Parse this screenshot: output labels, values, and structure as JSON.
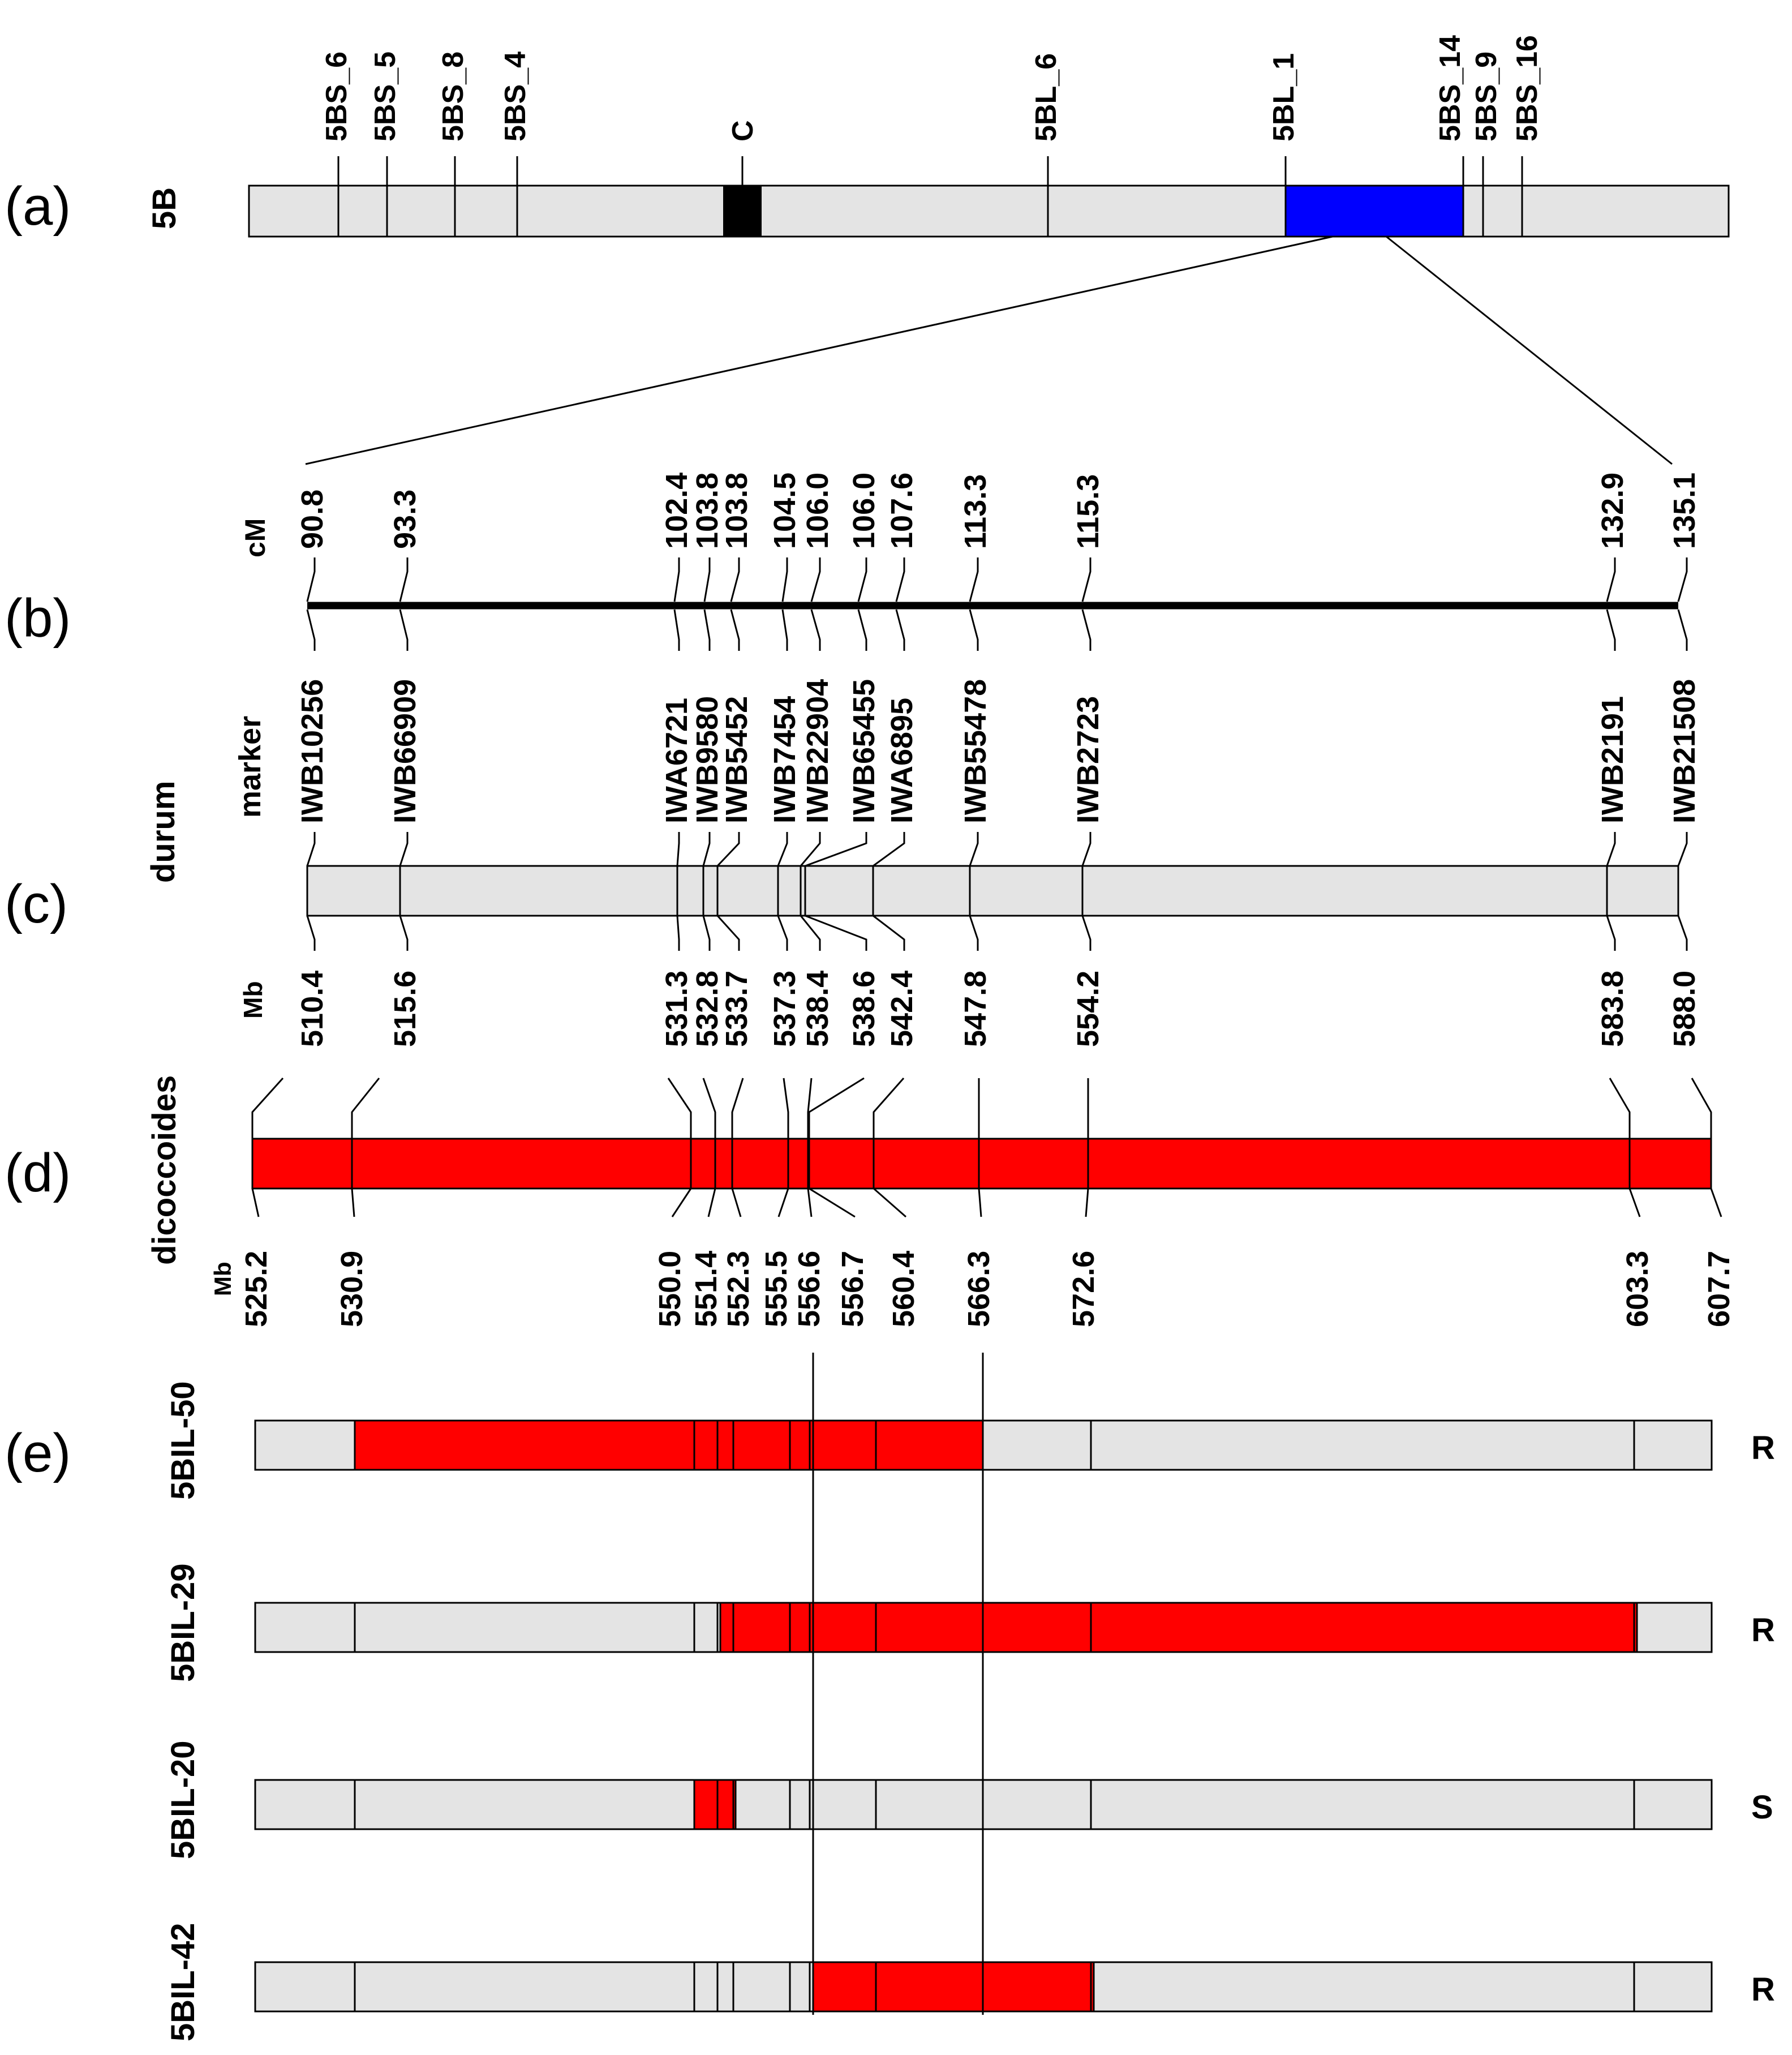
{
  "colors": {
    "chromosome_fill": "#e4e4e4",
    "centromere": "#000000",
    "qtl_region": "#0000ff",
    "introgression": "#ff0000",
    "line": "#000000"
  },
  "panel_a": {
    "label": "(a)",
    "chromosome": "5B",
    "markers": [
      "5BS_6",
      "5BS_5",
      "5BS_8",
      "5BS_4",
      "C",
      "5BL_6",
      "5BL_1",
      "5BS_14",
      "5BS_9",
      "5BS_16"
    ]
  },
  "panel_b": {
    "label": "(b)",
    "unit": "cM",
    "values": [
      "90.8",
      "93.3",
      "102.4",
      "103.8",
      "103.8",
      "104.5",
      "106.0",
      "106.0",
      "107.6",
      "113.3",
      "115.3",
      "132.9",
      "135.1"
    ],
    "marker_title": "marker",
    "markers": [
      "IWB10256",
      "IWB66909",
      "IWA6721",
      "IWB9580",
      "IWB5452",
      "IWB7454",
      "IWB22904",
      "IWB65455",
      "IWA6895",
      "IWB55478",
      "IWB2723",
      "IWB2191",
      "IWB21508"
    ]
  },
  "panel_c": {
    "label": "(c)",
    "genome": "durum",
    "unit": "Mb",
    "positions": [
      "510.4",
      "515.6",
      "531.3",
      "532.8",
      "533.7",
      "537.3",
      "538.4",
      "538.6",
      "542.4",
      "547.8",
      "554.2",
      "583.8",
      "588.0"
    ]
  },
  "panel_d": {
    "label": "(d)",
    "genome": "dicoccoides",
    "unit": "Mb",
    "positions": [
      "525.2",
      "530.9",
      "550.0",
      "551.4",
      "552.3",
      "555.5",
      "556.6",
      "556.7",
      "560.4",
      "566.3",
      "572.6",
      "603.3",
      "607.7"
    ]
  },
  "panel_e": {
    "label": "(e)",
    "lines": [
      {
        "name": "5BIL-50",
        "phenotype": "R"
      },
      {
        "name": "5BIL-29",
        "phenotype": "R"
      },
      {
        "name": "5BIL-20",
        "phenotype": "S"
      },
      {
        "name": "5BIL-42",
        "phenotype": "R"
      }
    ]
  }
}
